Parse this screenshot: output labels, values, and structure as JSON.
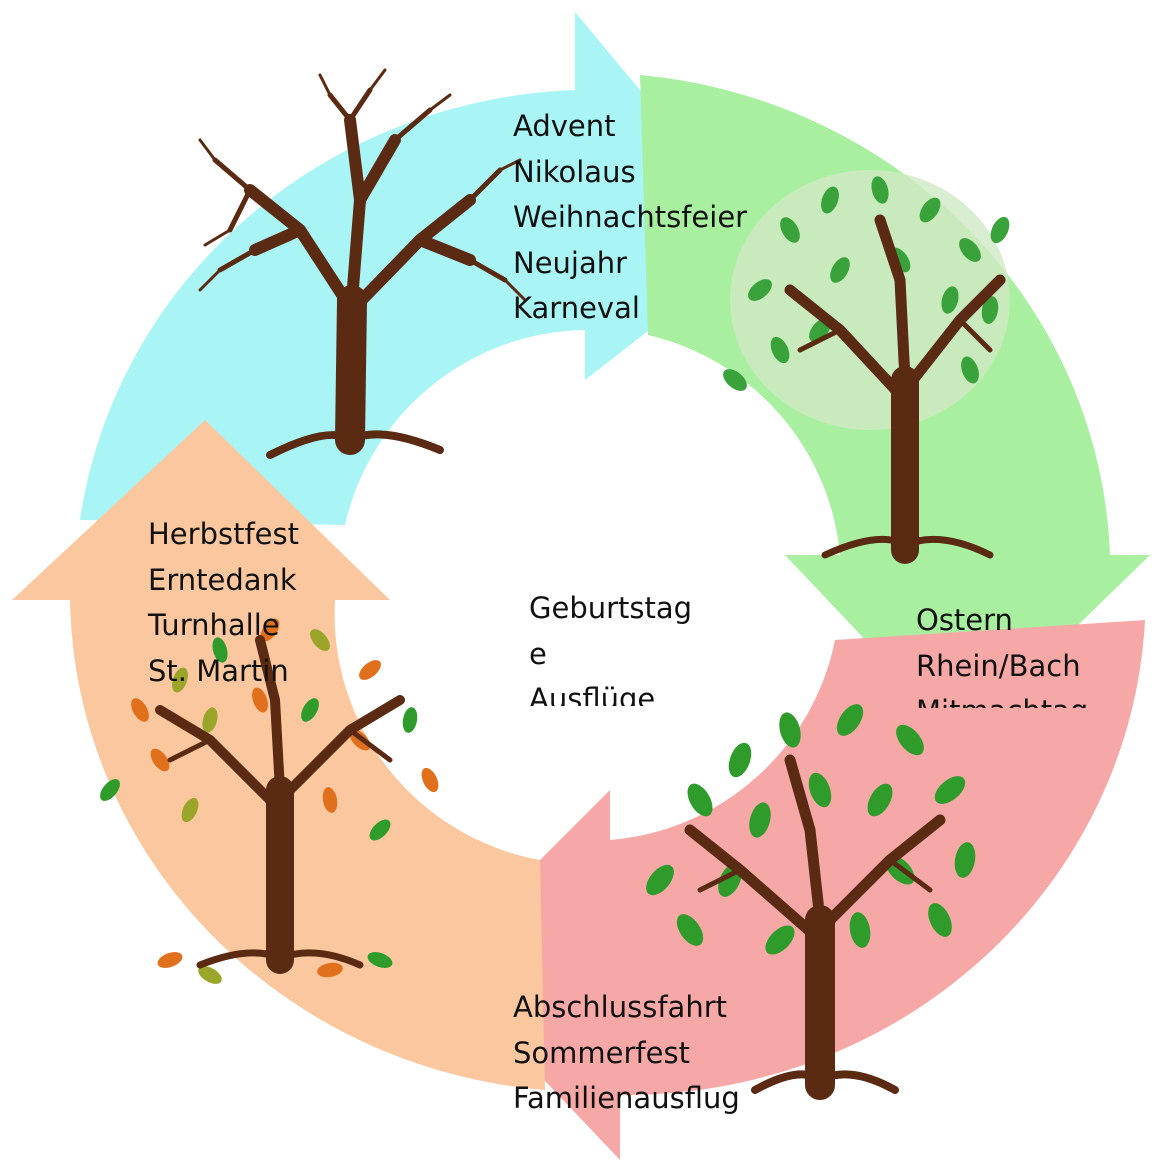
{
  "colors": {
    "winter": "#a9f5f6",
    "spring": "#a8f0a0",
    "summer": "#f6a8a6",
    "autumn": "#fbc79f",
    "trunk": "#5a2a12",
    "leaf_green": "#2e9b2a",
    "leaf_orange": "#e0701c",
    "leaf_olive": "#9aa52a"
  },
  "segments": {
    "winter": {
      "icon": "bare-tree-icon",
      "lines": [
        "Advent",
        "Nikolaus",
        "Weihnachtsfeier",
        "Neujahr",
        "Karneval"
      ]
    },
    "spring": {
      "icon": "spring-tree-icon",
      "lines": [
        "Ostern",
        "Rhein/Bach",
        "Mitmachtag"
      ]
    },
    "summer": {
      "icon": "summer-tree-icon",
      "lines": [
        "Abschlussfahrt",
        "Sommerfest",
        "Familienausflug"
      ]
    },
    "autumn": {
      "icon": "autumn-tree-icon",
      "lines": [
        "Herbstfest",
        "Erntedank",
        "Turnhalle",
        "St. Martin"
      ]
    }
  },
  "center": {
    "lines": [
      "Geburtstage",
      "Ausflüge"
    ]
  }
}
